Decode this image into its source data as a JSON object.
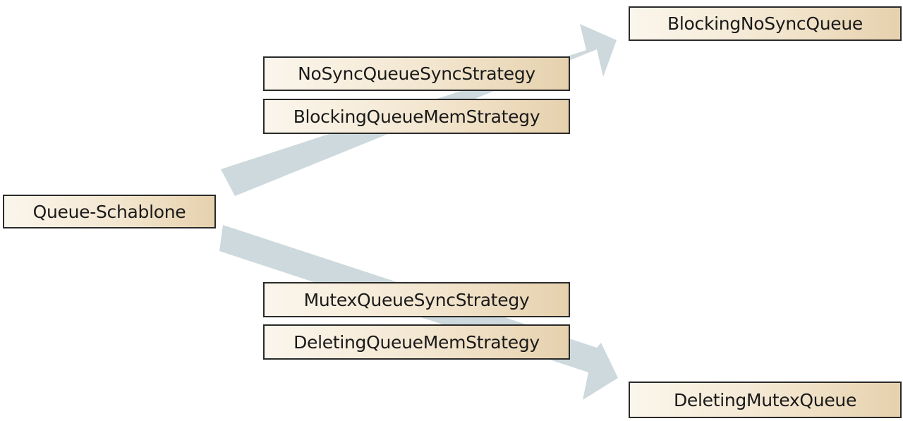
{
  "colors": {
    "arrow": "#cdd9dd",
    "box_border": "#2a2a2a",
    "box_fill_light": "#fbf6ec",
    "box_fill_dark": "#e6d1ad",
    "text": "#1a1a1a"
  },
  "source": {
    "label": "Queue-Schablone"
  },
  "upper": {
    "strategies": [
      "NoSyncQueueSyncStrategy",
      "BlockingQueueMemStrategy"
    ],
    "target": "BlockingNoSyncQueue"
  },
  "lower": {
    "strategies": [
      "MutexQueueSyncStrategy",
      "DeletingQueueMemStrategy"
    ],
    "target": "DeletingMutexQueue"
  }
}
